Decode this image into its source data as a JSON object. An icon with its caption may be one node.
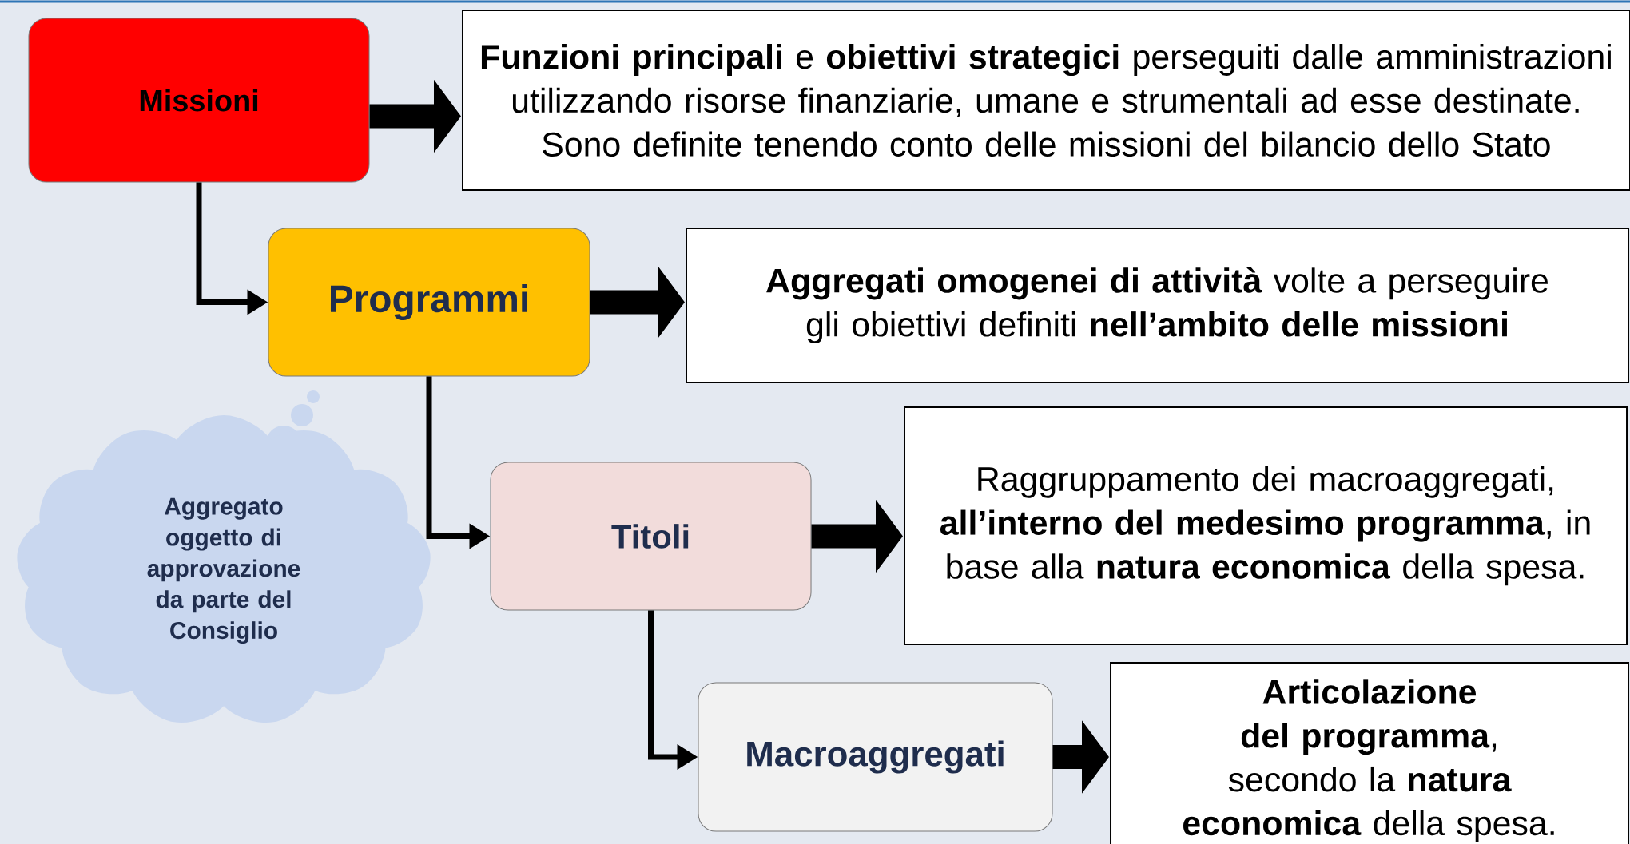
{
  "diagram": {
    "nodes": [
      {
        "text": [
          "Missioni"
        ]
      },
      {
        "text": [
          "**Funzioni principali** e **obiettivi strategici** perseguiti dalle amministrazioni utilizzando risorse finanziarie, umane e strumentali ad esse destinate. Sono definite tenendo conto delle missioni del bilancio dello Stato"
        ]
      },
      {
        "text": [
          "Programmi"
        ]
      },
      {
        "text": [
          "**Aggregati omogenei di attività** volte a perseguire gli obiettivi definiti **nell’ambito delle missioni**"
        ]
      },
      {
        "text": [
          "Aggregato oggetto di approvazione da parte del Consiglio"
        ]
      },
      {
        "text": [
          "Titoli"
        ]
      },
      {
        "text": [
          "Raggruppamento dei macroaggregati, **all’interno del medesimo programma**, in base alla **natura economica** della spesa."
        ]
      },
      {
        "text": [
          "Macroaggregati"
        ]
      },
      {
        "text": [
          "**Articolazione del programma**, secondo la **natura economica** della spesa."
        ]
      }
    ],
    "edges": [
      {
        "from": 0,
        "to": 1,
        "arrow": "to"
      },
      {
        "from": 0,
        "to": 2,
        "arrow": "to"
      },
      {
        "from": 2,
        "to": 3,
        "arrow": "to"
      },
      {
        "from": 2,
        "to": 5,
        "arrow": "to"
      },
      {
        "from": 5,
        "to": 6,
        "arrow": "to"
      },
      {
        "from": 5,
        "to": 7,
        "arrow": "to"
      },
      {
        "from": 7,
        "to": 8,
        "arrow": "to"
      }
    ]
  }
}
